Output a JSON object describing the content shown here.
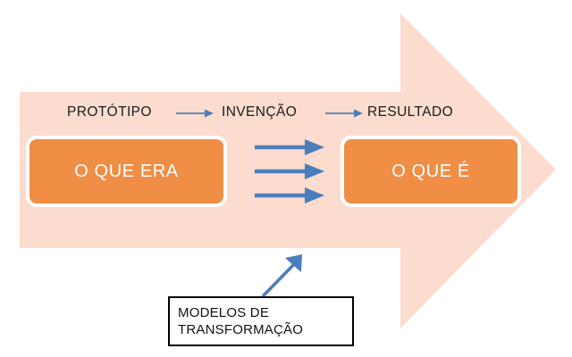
{
  "diagram": {
    "title": "Modelos de Transformacao",
    "colors": {
      "arrow_band": "#fbdccf",
      "box_fill": "#ef8e44",
      "box_border": "#ffffff",
      "box_text": "#ffffff",
      "blue_arrow": "#4a7ebb",
      "label_text": "#1a1a1a",
      "callout_border": "#000000",
      "callout_bg": "#ffffff",
      "page_bg": "#ffffff"
    },
    "big_arrow": {
      "name": "background-process-arrow",
      "direction": "right"
    },
    "stages": [
      {
        "label": "PROTÓTIPO"
      },
      {
        "label": "INVENÇÃO"
      },
      {
        "label": "RESULTADO"
      }
    ],
    "stage_connectors": [
      {
        "name": "stage-connector-1"
      },
      {
        "name": "stage-connector-2"
      }
    ],
    "states": {
      "before": {
        "label": "O QUE ERA"
      },
      "after": {
        "label": "O QUE É"
      }
    },
    "transformation_arrows": {
      "count": 3,
      "direction": "right"
    },
    "callout": {
      "pointer_name": "callout-pointer-arrow",
      "lines": [
        "MODELOS DE",
        "TRANSFORMAÇÃO"
      ]
    }
  }
}
